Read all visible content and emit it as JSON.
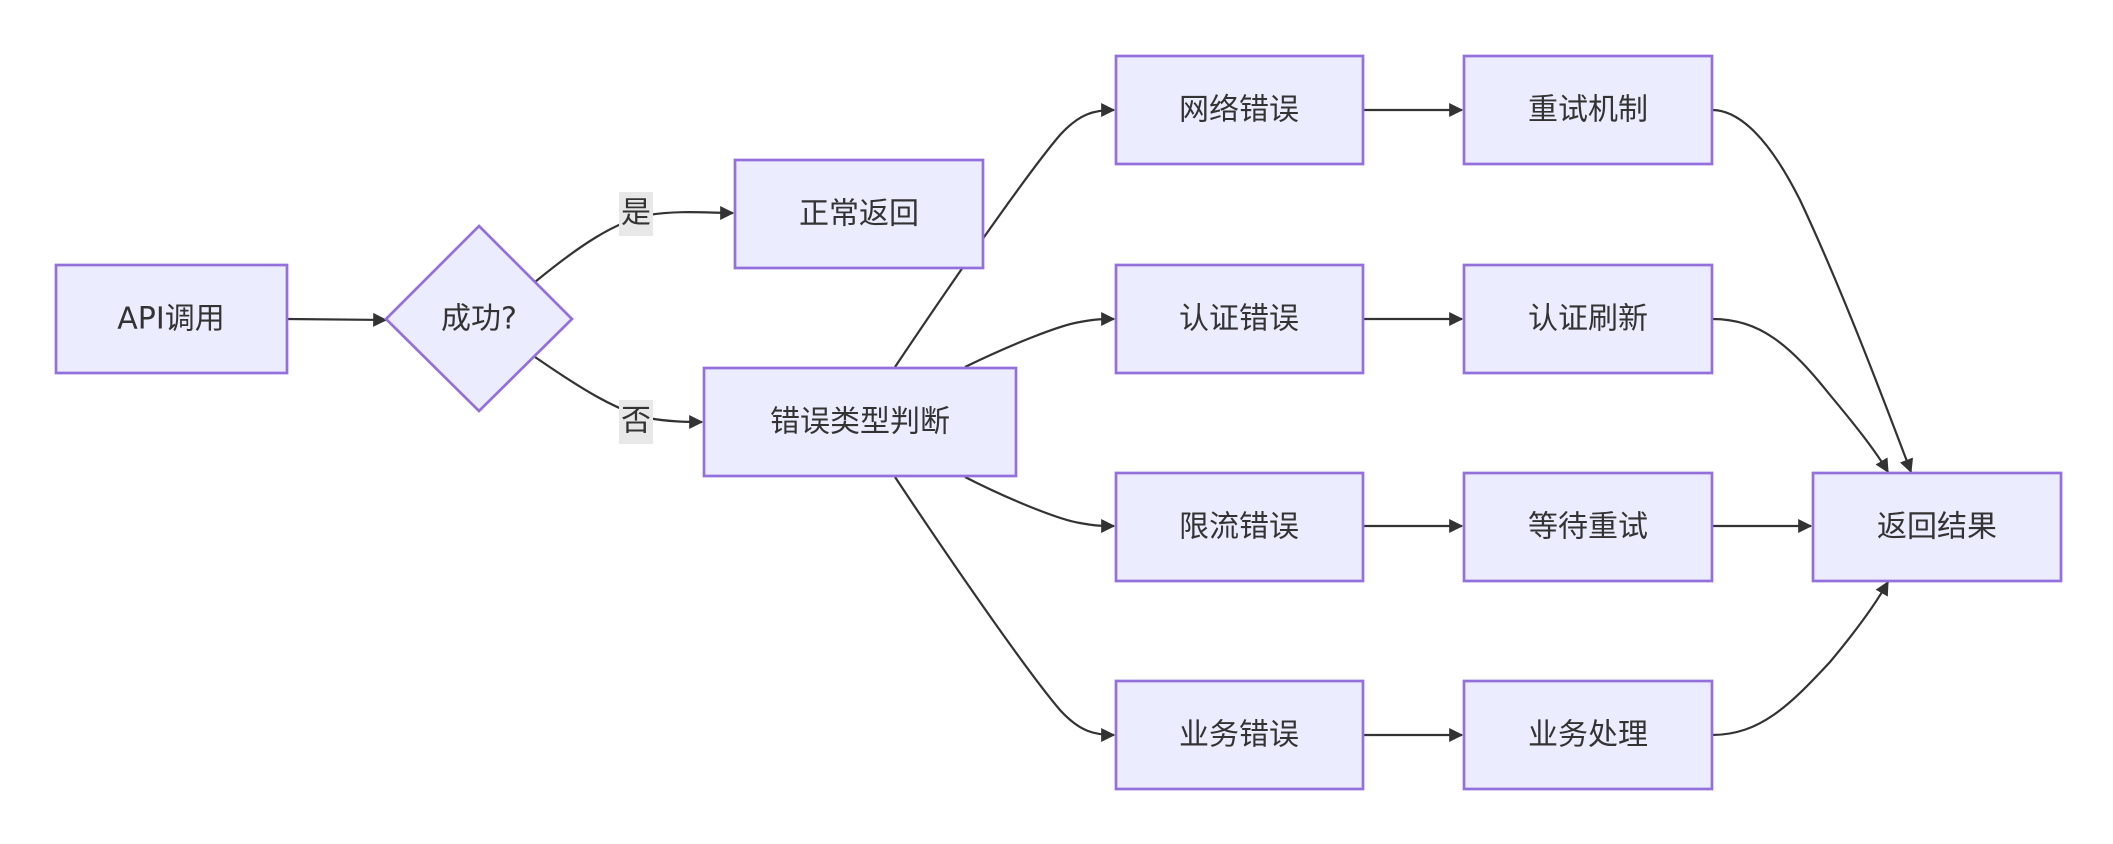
{
  "nodes": {
    "api_call": "API调用",
    "success_check": "成功?",
    "normal_return": "正常返回",
    "error_type": "错误类型判断",
    "network_error": "网络错误",
    "auth_error": "认证错误",
    "rate_limit_error": "限流错误",
    "business_error": "业务错误",
    "retry_mechanism": "重试机制",
    "auth_refresh": "认证刷新",
    "wait_retry": "等待重试",
    "business_handling": "业务处理",
    "return_result": "返回结果"
  },
  "edge_labels": {
    "yes": "是",
    "no": "否"
  },
  "colors": {
    "node_fill": "#ececff",
    "node_stroke": "#9370db",
    "edge": "#333333",
    "text": "#333333",
    "label_bg": "#e8e8e8"
  }
}
